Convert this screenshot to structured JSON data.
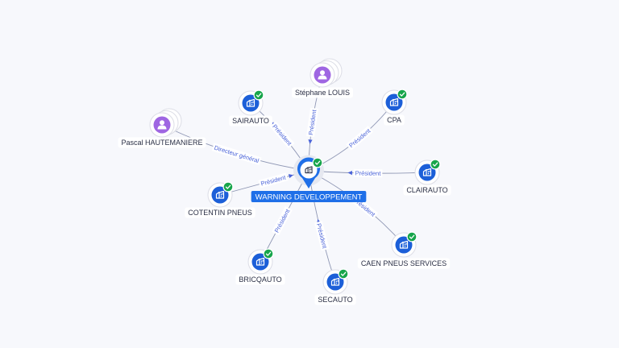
{
  "colors": {
    "company": "#1c5fd8",
    "person": "#9f66e2",
    "check": "#17a54b",
    "edge": "#8f97b4",
    "edge_label": "#4a63d9",
    "center_label_bg": "#1f6fe8"
  },
  "center": {
    "name": "WARNING DEVELOPPEMENT",
    "icon": "building-icon"
  },
  "nodes": [
    {
      "id": "pascal",
      "name": "Pascal HAUTEMANIERE",
      "type": "person",
      "relation": "Directeur général"
    },
    {
      "id": "stephane",
      "name": "Stéphane LOUIS",
      "type": "person",
      "relation": "Président"
    },
    {
      "id": "sairauto",
      "name": "SAIRAUTO",
      "type": "company",
      "relation": "Président"
    },
    {
      "id": "cpa",
      "name": "CPA",
      "type": "company",
      "relation": "Président"
    },
    {
      "id": "clairauto",
      "name": "CLAIRAUTO",
      "type": "company",
      "relation": "Président"
    },
    {
      "id": "cotentin",
      "name": "COTENTIN PNEUS",
      "type": "company",
      "relation": "Président"
    },
    {
      "id": "caen",
      "name": "CAEN PNEUS SERVICES",
      "type": "company",
      "relation": "Président"
    },
    {
      "id": "bricqauto",
      "name": "BRICQAUTO",
      "type": "company",
      "relation": "Président"
    },
    {
      "id": "secauto",
      "name": "SECAUTO",
      "type": "company",
      "relation": "Président"
    }
  ]
}
